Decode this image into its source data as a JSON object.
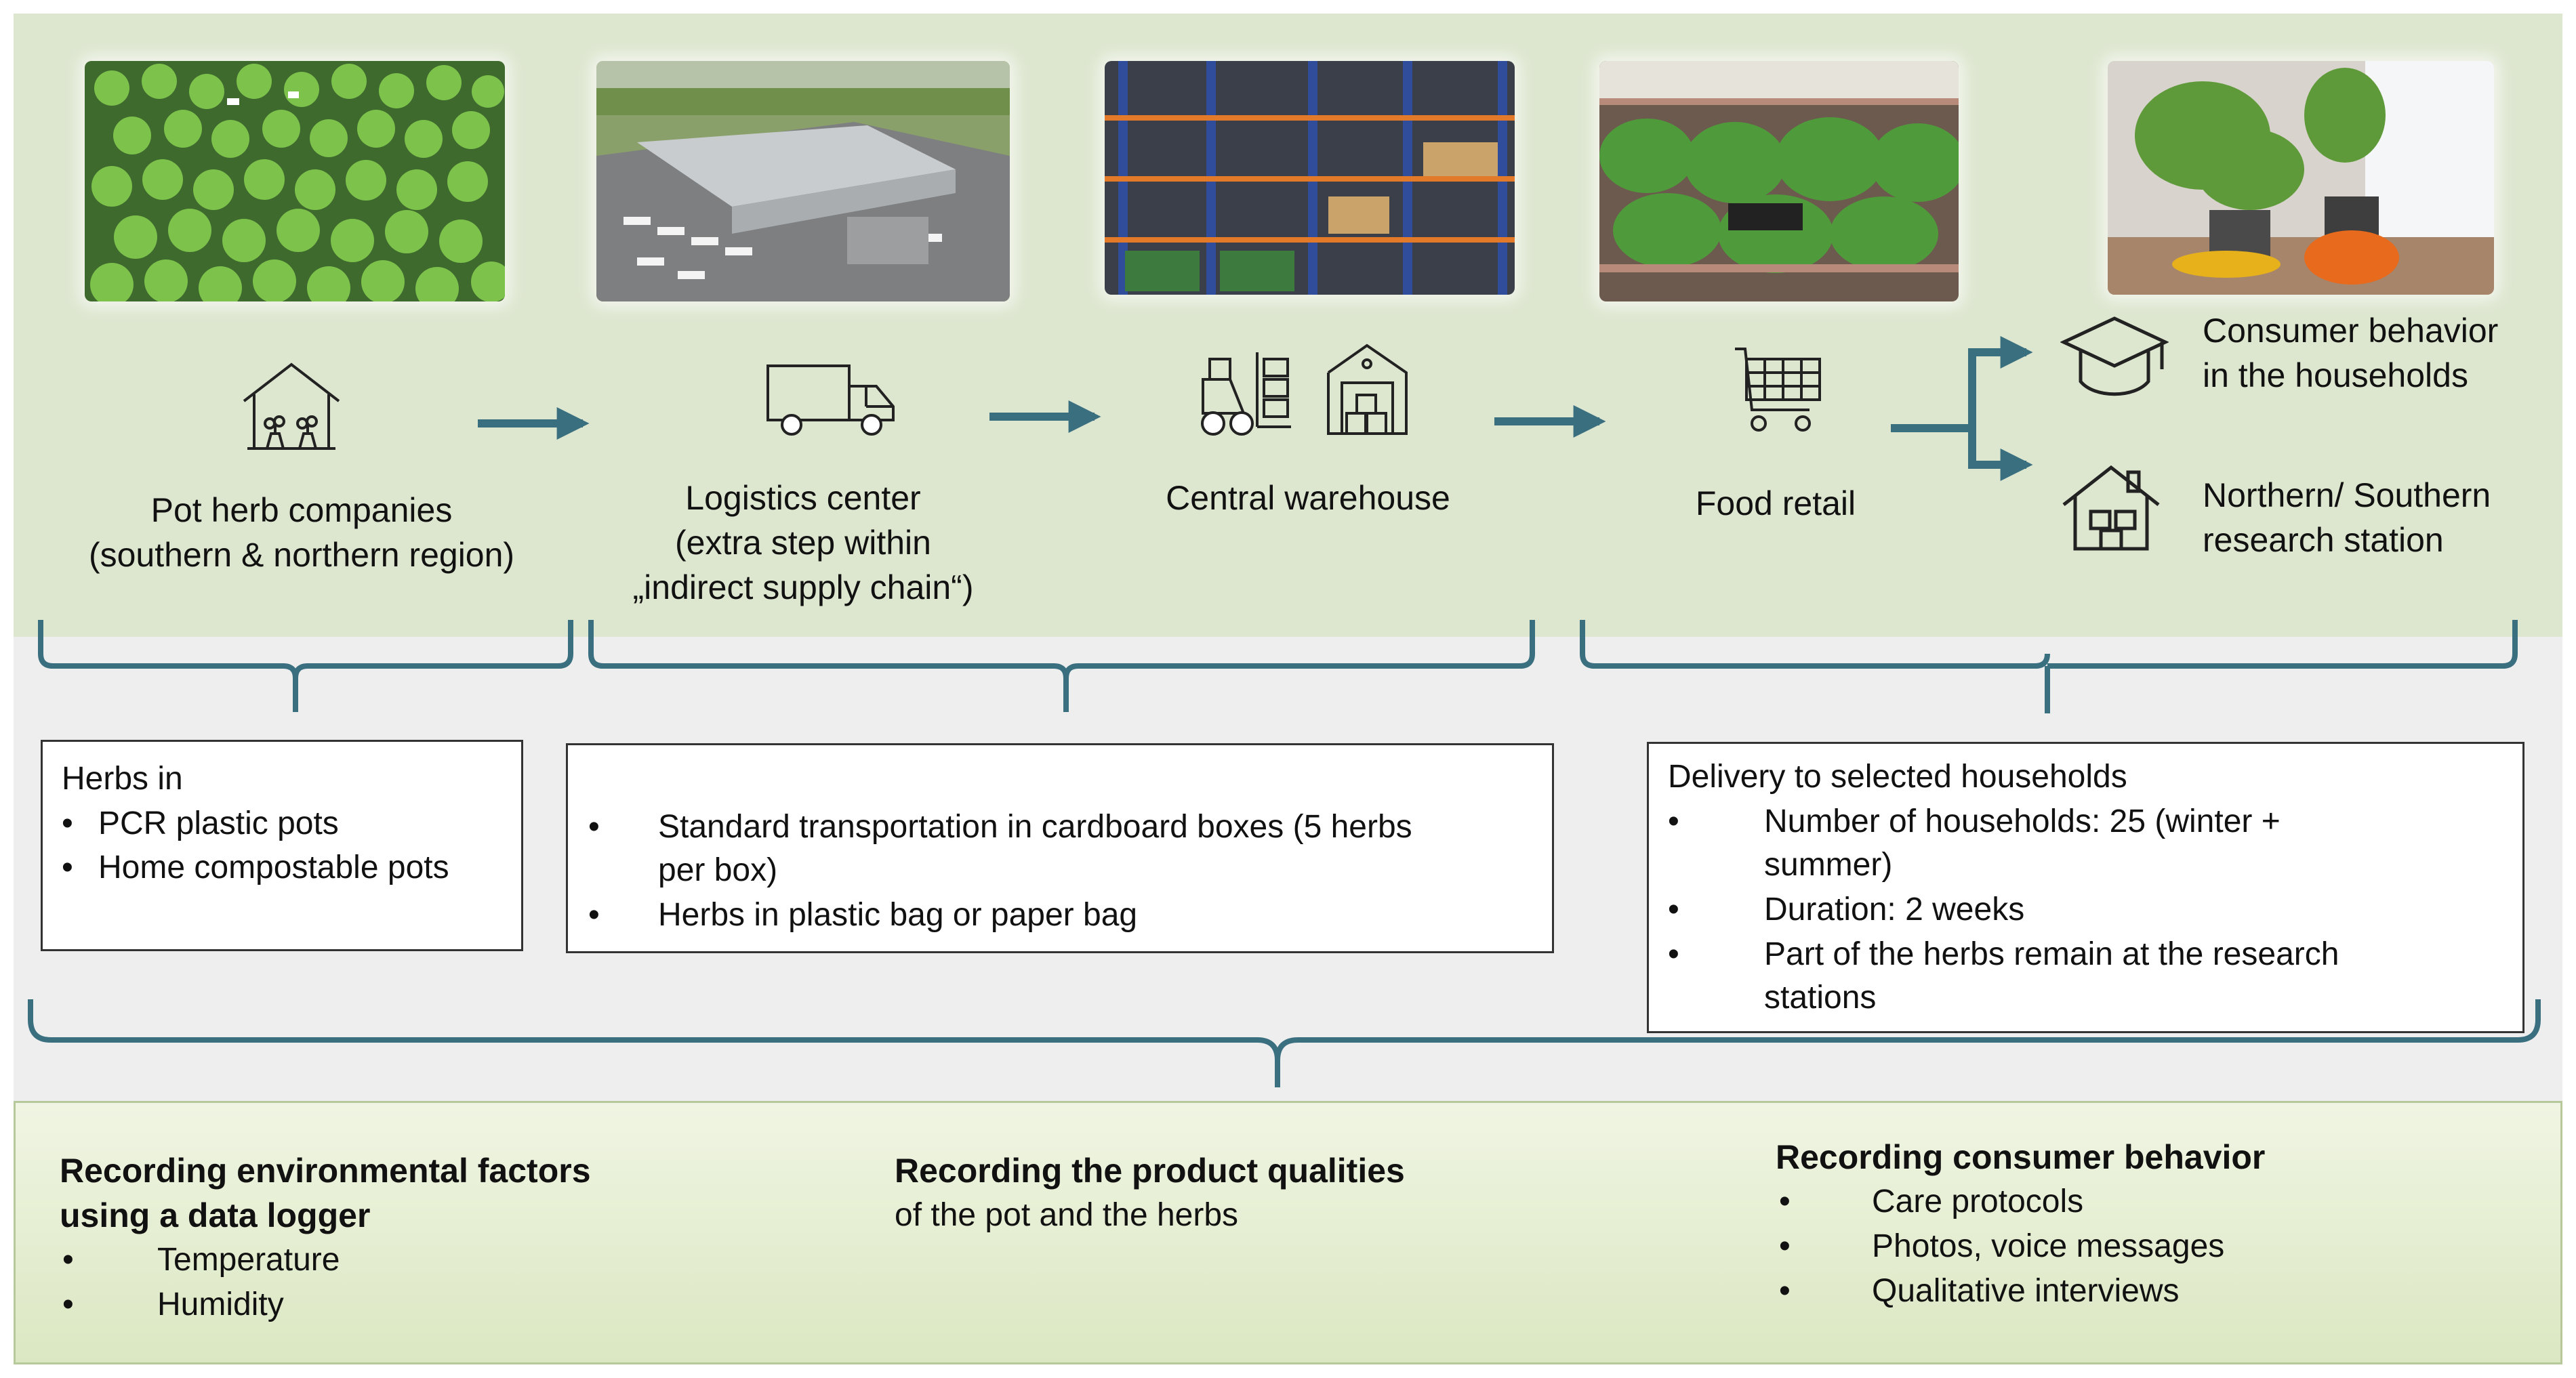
{
  "stages": [
    {
      "label_lines": [
        "Pot herb companies",
        "(southern & northern region)"
      ],
      "photo_alt": "Field of potted herbs",
      "icon": "greenhouse-icon"
    },
    {
      "label_lines": [
        "Logistics center",
        "(extra step within",
        "„indirect supply chain“)"
      ],
      "photo_alt": "Aerial view of logistics center",
      "icon": "truck-icon"
    },
    {
      "label_lines": [
        "Central warehouse"
      ],
      "photo_alt": "Warehouse high-bay racks",
      "icon": "forklift-icon"
    },
    {
      "label_lines": [
        "Food retail"
      ],
      "photo_alt": "Herbs on retail shelf",
      "icon": "shopping-cart-icon"
    }
  ],
  "outcomes": [
    {
      "label_lines": [
        "Consumer behavior",
        "in the households"
      ],
      "icon": "graduation-cap-icon"
    },
    {
      "label_lines": [
        "Northern/ Southern",
        "research station"
      ],
      "icon": "house-icon"
    }
  ],
  "boxes": {
    "pots": {
      "heading": "Herbs in",
      "bullets": [
        "PCR plastic pots",
        "Home compostable pots"
      ]
    },
    "transport": {
      "bullets": [
        "Standard transportation in cardboard boxes (5 herbs",
        "per box)",
        "Herbs in plastic bag or paper bag"
      ]
    },
    "delivery": {
      "heading": "Delivery to selected households",
      "bullets": [
        "Number of households: 25 (winter +",
        "summer)",
        "Duration: 2 weeks",
        "Part of the herbs remain at the research",
        "stations"
      ]
    }
  },
  "recording": {
    "environment": {
      "heading_lines": [
        "Recording environmental factors",
        "using a data logger"
      ],
      "bullets": [
        "Temperature",
        "Humidity"
      ]
    },
    "product": {
      "heading": "Recording the product qualities",
      "subtext": "of the pot and the herbs"
    },
    "consumer": {
      "heading": "Recording consumer behavior",
      "bullets": [
        "Care protocols",
        "Photos, voice messages",
        "Qualitative interviews"
      ]
    }
  },
  "bullet_char": "•",
  "colors": {
    "arrow": "#3a6f80",
    "bracket": "#3a6f80",
    "top_band": "#dde6cf",
    "middle_band": "#eeeeee",
    "bottom_band": "#e6eed4"
  }
}
